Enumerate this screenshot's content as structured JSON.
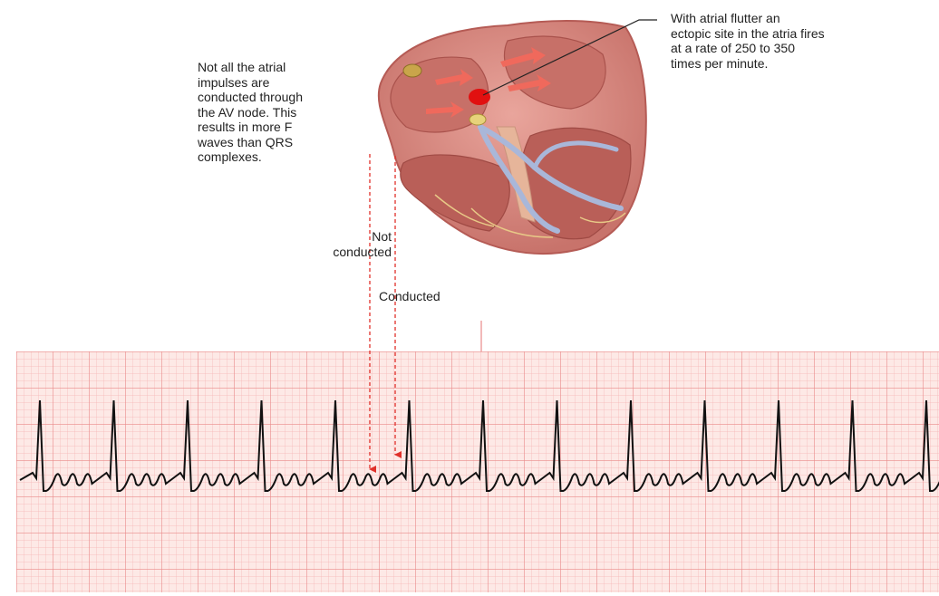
{
  "annotations": {
    "left_note": "Not all the atrial\nimpulses are\nconducted through\nthe AV node. This\nresults in more F\nwaves than QRS\ncomplexes.",
    "right_note": "With atrial flutter an\nectopic site in the atria fires\nat a rate of 250 to 350\ntimes per minute.",
    "not_conducted": "Not\nconducted",
    "conducted": "Conducted"
  },
  "ecg": {
    "qrs_complex_count": 13,
    "flutter_waves_per_qrs": 3
  },
  "colors": {
    "ecg_grid_minor": "#f6b3b3",
    "ecg_grid_major": "#e98a8a",
    "ecg_background": "#fde9e6",
    "trace": "#111111",
    "arrow": "#e0302a",
    "heart_muscle": "#d88a82",
    "heart_chamber": "#b8605a",
    "conduction_path": "#a9b7d9",
    "ectopic_site": "#e11010"
  }
}
